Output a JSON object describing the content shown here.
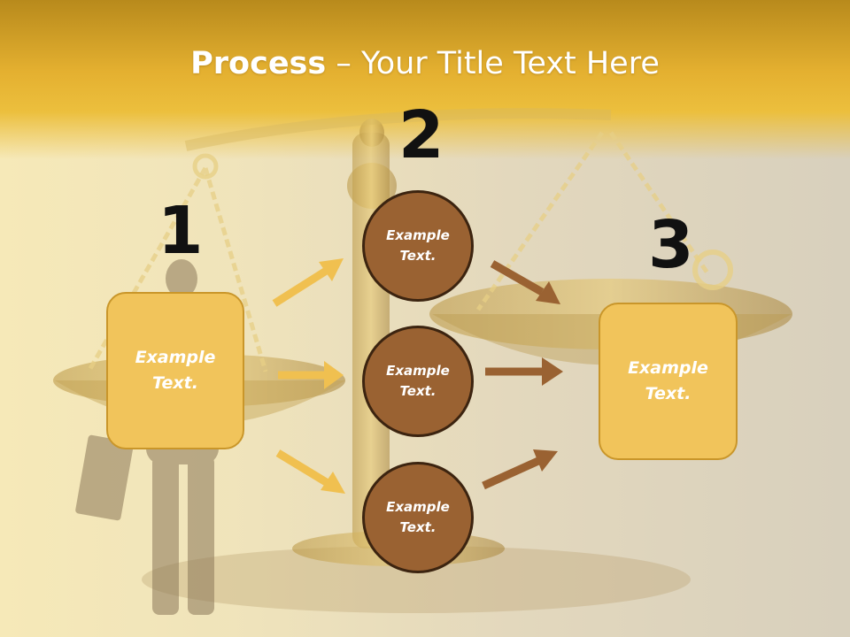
{
  "title": {
    "bold": "Process",
    "rest": " – Your Title Text Here"
  },
  "steps": [
    {
      "number": "1",
      "box_text": [
        "Example",
        "Text."
      ]
    },
    {
      "number": "2",
      "circles": [
        {
          "text": [
            "Example",
            "Text."
          ]
        },
        {
          "text": [
            "Example",
            "Text."
          ]
        },
        {
          "text": [
            "Example",
            "Text."
          ]
        }
      ]
    },
    {
      "number": "3",
      "box_text": [
        "Example",
        "Text."
      ]
    }
  ],
  "colors": {
    "box_fill": "#f1c45b",
    "box_border": "#c9962a",
    "circle_fill": "#9a6232",
    "circle_border": "#3c2410",
    "arrow_left": "#f0c050",
    "arrow_right": "#9a6232",
    "title_band": "#e4b030"
  },
  "background": {
    "image": "scales-of-justice-with-businessman-silhouette"
  }
}
